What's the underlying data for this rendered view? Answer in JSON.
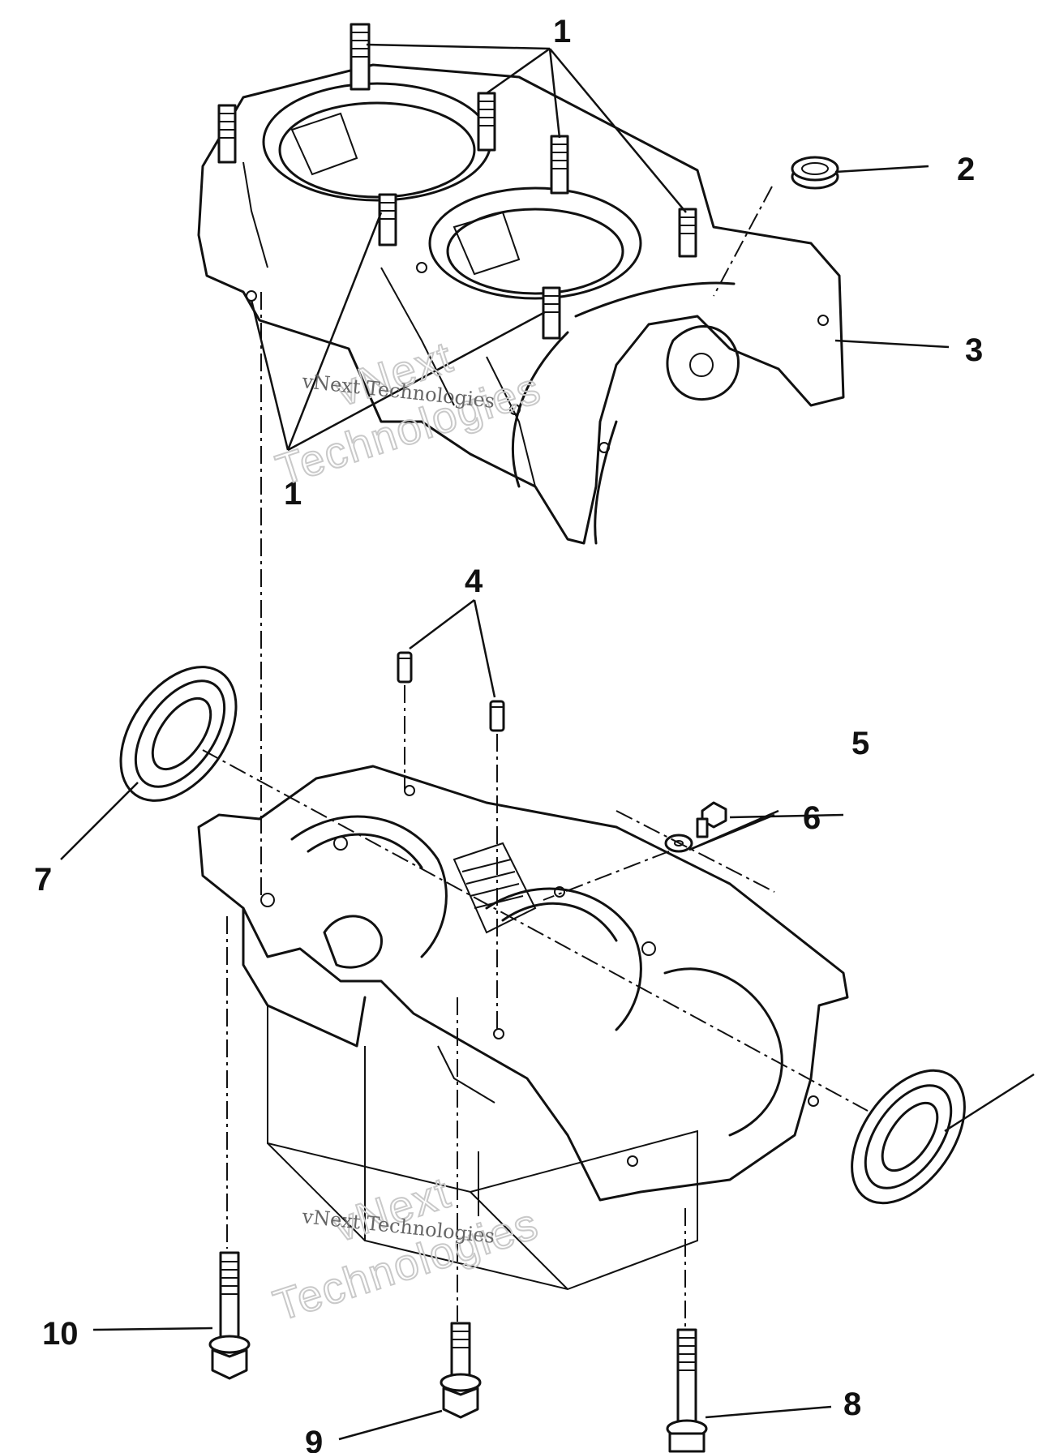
{
  "watermark": {
    "brand_top": "vNext",
    "brand_bottom": "Technologies",
    "caption": "vNext Technologies"
  },
  "callouts": [
    {
      "id": "c1a",
      "text": "1"
    },
    {
      "id": "c1b",
      "text": "1"
    },
    {
      "id": "c2",
      "text": "2"
    },
    {
      "id": "c3",
      "text": "3"
    },
    {
      "id": "c4",
      "text": "4"
    },
    {
      "id": "c5",
      "text": "5"
    },
    {
      "id": "c6",
      "text": "6"
    },
    {
      "id": "c7",
      "text": "7"
    },
    {
      "id": "c8",
      "text": "8"
    },
    {
      "id": "c9",
      "text": "9"
    },
    {
      "id": "c10",
      "text": "10"
    }
  ]
}
